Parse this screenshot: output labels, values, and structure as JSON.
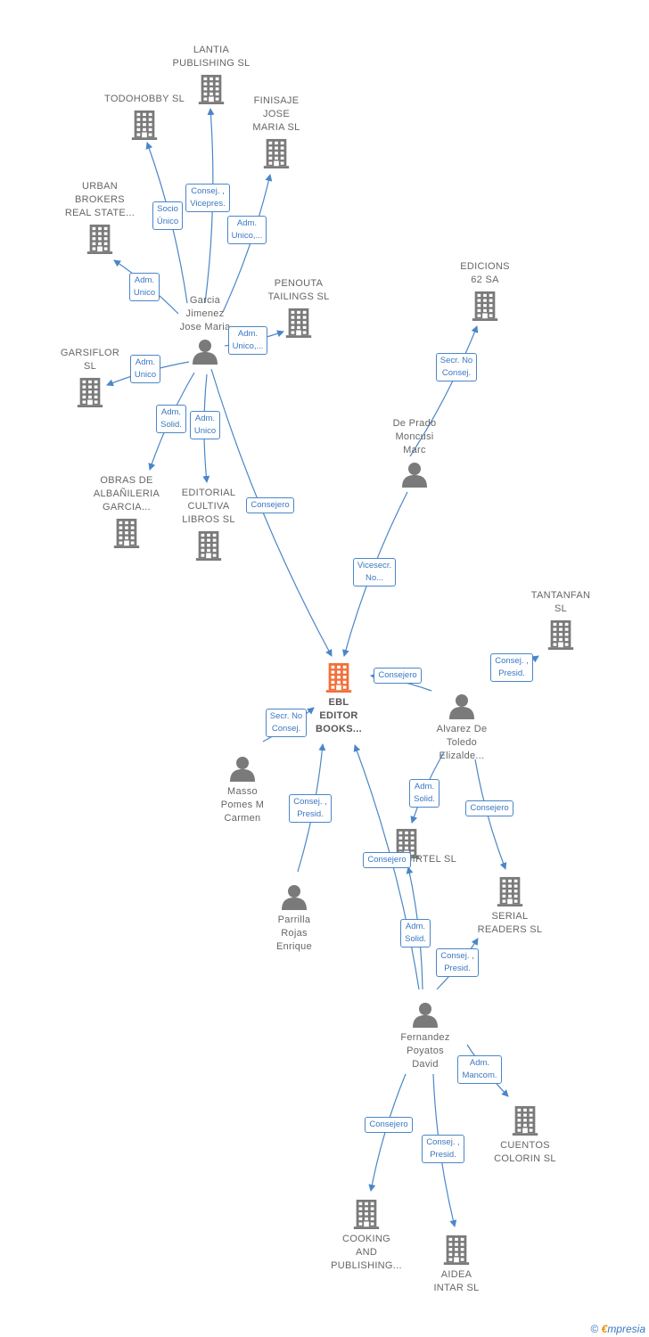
{
  "colors": {
    "edge": "#4a86c8",
    "node_icon": "#7a7a7a",
    "main_icon": "#f2703a",
    "label": "#666666"
  },
  "nodes": [
    {
      "id": "ebl",
      "type": "company",
      "main": true,
      "name": "EBL\nEDITOR\nBOOKS..."
    },
    {
      "id": "lantia",
      "type": "company",
      "name": "LANTIA\nPUBLISHING SL"
    },
    {
      "id": "todohobby",
      "type": "company",
      "name": "TODOHOBBY SL"
    },
    {
      "id": "finisaje",
      "type": "company",
      "name": "FINISAJE\nJOSE\nMARIA SL"
    },
    {
      "id": "urban",
      "type": "company",
      "name": "URBAN\nBROKERS\nREAL STATE..."
    },
    {
      "id": "penouta",
      "type": "company",
      "name": "PENOUTA\nTAILINGS SL"
    },
    {
      "id": "garsiflor",
      "type": "company",
      "name": "GARSIFLOR\nSL"
    },
    {
      "id": "obras",
      "type": "company",
      "name": "OBRAS DE\nALBAÑILERIA\nGARCIA..."
    },
    {
      "id": "editorial",
      "type": "company",
      "name": "EDITORIAL\nCULTIVA\nLIBROS SL"
    },
    {
      "id": "edicions",
      "type": "company",
      "name": "EDICIONS\n62 SA"
    },
    {
      "id": "tantanfan",
      "type": "company",
      "name": "TANTANFAN\nSL"
    },
    {
      "id": "digigirtel",
      "type": "company",
      "name": "DIGIGIRTEL SL"
    },
    {
      "id": "serial",
      "type": "company",
      "name": "SERIAL\nREADERS SL"
    },
    {
      "id": "cuentos",
      "type": "company",
      "name": "CUENTOS\nCOLORIN SL"
    },
    {
      "id": "cooking",
      "type": "company",
      "name": "COOKING\nAND\nPUBLISHING..."
    },
    {
      "id": "aidea",
      "type": "company",
      "name": "AIDEA\nINTAR SL"
    },
    {
      "id": "garcia",
      "type": "person",
      "name": "Garcia\nJimenez\nJose Maria"
    },
    {
      "id": "deprado",
      "type": "person",
      "name": "De Prado\nMoncusi\nMarc"
    },
    {
      "id": "alvarez",
      "type": "person",
      "name": "Alvarez De\nToledo\nElizalde..."
    },
    {
      "id": "masso",
      "type": "person",
      "name": "Masso\nPomes M\nCarmen"
    },
    {
      "id": "parrilla",
      "type": "person",
      "name": "Parrilla\nRojas\nEnrique"
    },
    {
      "id": "fernandez",
      "type": "person",
      "name": "Fernandez\nPoyatos\nDavid"
    }
  ],
  "edges": [
    {
      "from": "garcia",
      "to": "todohobby",
      "label": "Socio\nÚnico"
    },
    {
      "from": "garcia",
      "to": "lantia",
      "label": "Consej. ,\nVicepres."
    },
    {
      "from": "garcia",
      "to": "finisaje",
      "label": "Adm.\nUnico,..."
    },
    {
      "from": "garcia",
      "to": "urban",
      "label": "Adm.\nUnico"
    },
    {
      "from": "garcia",
      "to": "penouta",
      "label": "Adm.\nUnico,..."
    },
    {
      "from": "garcia",
      "to": "garsiflor",
      "label": "Adm.\nUnico"
    },
    {
      "from": "garcia",
      "to": "obras",
      "label": "Adm.\nSolid."
    },
    {
      "from": "garcia",
      "to": "editorial",
      "label": "Adm.\nUnico"
    },
    {
      "from": "garcia",
      "to": "ebl",
      "label": "Consejero"
    },
    {
      "from": "deprado",
      "to": "edicions",
      "label": "Secr. No\nConsej."
    },
    {
      "from": "deprado",
      "to": "ebl",
      "label": "Vicesecr.\nNo..."
    },
    {
      "from": "alvarez",
      "to": "tantanfan",
      "label": "Consej. ,\nPresid."
    },
    {
      "from": "alvarez",
      "to": "ebl",
      "label": "Consejero"
    },
    {
      "from": "alvarez",
      "to": "digigirtel",
      "label": "Adm.\nSolid."
    },
    {
      "from": "alvarez",
      "to": "serial",
      "label": "Consejero"
    },
    {
      "from": "masso",
      "to": "ebl",
      "label": "Secr. No\nConsej."
    },
    {
      "from": "parrilla",
      "to": "ebl",
      "label": "Consej. ,\nPresid."
    },
    {
      "from": "fernandez",
      "to": "ebl",
      "label": "Consejero"
    },
    {
      "from": "fernandez",
      "to": "digigirtel",
      "label": "Adm.\nSolid."
    },
    {
      "from": "fernandez",
      "to": "serial",
      "label": "Consej. ,\nPresid."
    },
    {
      "from": "fernandez",
      "to": "cuentos",
      "label": "Adm.\nMancom."
    },
    {
      "from": "fernandez",
      "to": "cooking",
      "label": "Consejero"
    },
    {
      "from": "fernandez",
      "to": "aidea",
      "label": "Consej. ,\nPresid."
    }
  ],
  "watermark": {
    "copyright": "©",
    "brand_e": "€",
    "brand_rest": "mpresia"
  }
}
